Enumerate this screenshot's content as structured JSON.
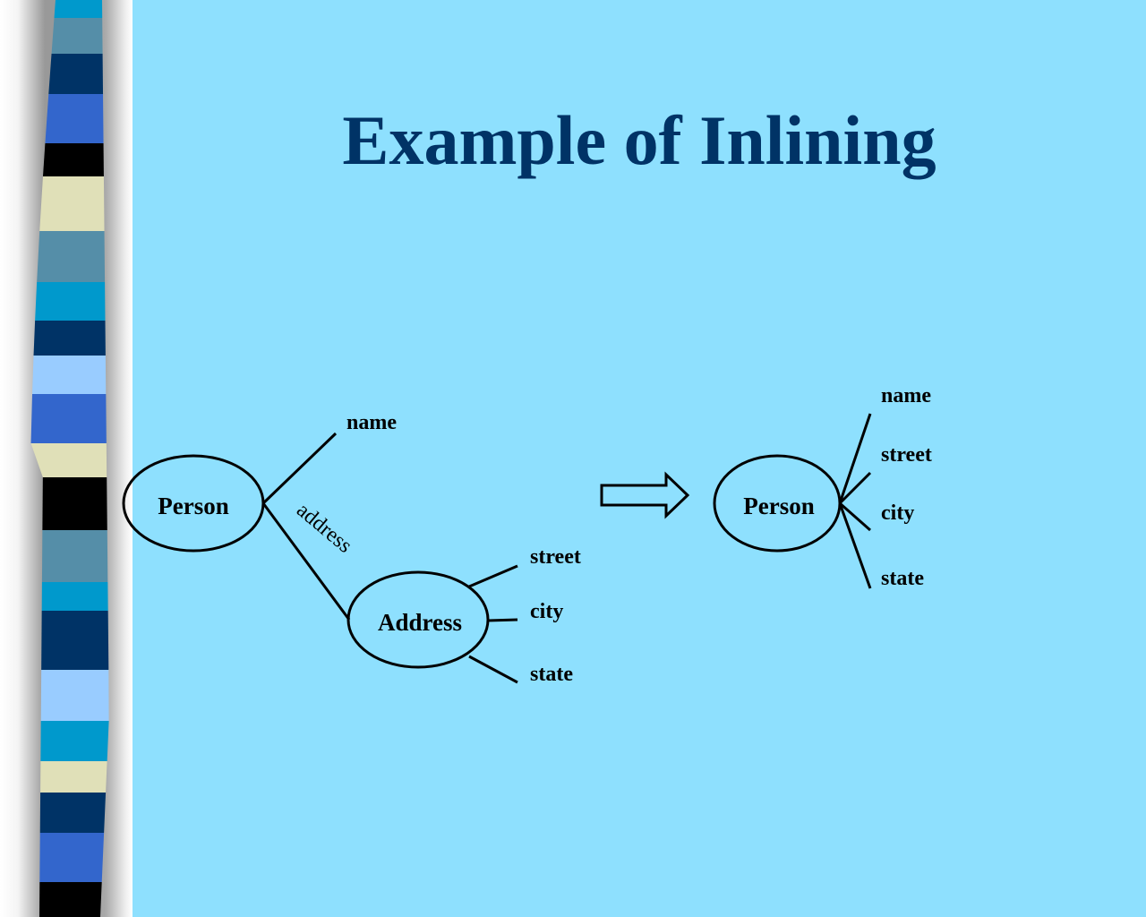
{
  "slide": {
    "title": "Example of Inlining"
  },
  "left_diagram": {
    "root": "Person",
    "child": "Address",
    "edge_label": "address",
    "root_attrs": [
      "name"
    ],
    "child_attrs": [
      "street",
      "city",
      "state"
    ]
  },
  "right_diagram": {
    "root": "Person",
    "attrs": [
      "name",
      "street",
      "city",
      "state"
    ]
  },
  "colors": {
    "background": "#8ee0fe",
    "title": "#003366"
  }
}
